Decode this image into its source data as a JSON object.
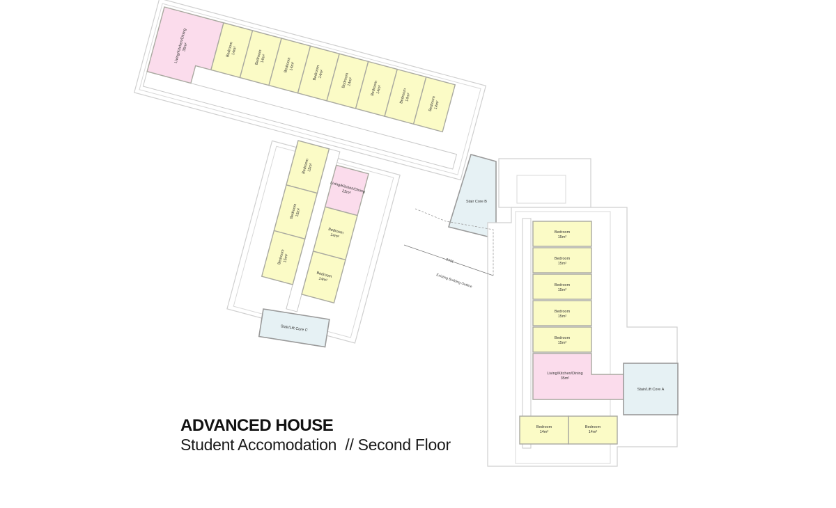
{
  "title": {
    "main": "ADVANCED HOUSE",
    "subtitle": "Student Accomodation",
    "floor": "// Second Floor"
  },
  "colors": {
    "bedroom": "#fbfbc6",
    "living": "#fbdcec",
    "core": "#e6f1f4"
  },
  "wing_nw": {
    "living": {
      "name": "Living/Kitchen/Dining",
      "area": "35m²"
    },
    "bedrooms": [
      {
        "name": "Bedroom",
        "area": "14m²"
      },
      {
        "name": "Bedroom",
        "area": "14m²"
      },
      {
        "name": "Bedroom",
        "area": "14m²"
      },
      {
        "name": "Bedroom",
        "area": "14m²"
      },
      {
        "name": "Bedroom",
        "area": "14m²"
      },
      {
        "name": "Bedroom",
        "area": "14m²"
      },
      {
        "name": "Bedroom",
        "area": "14m²"
      },
      {
        "name": "Bedroom",
        "area": "14m²"
      }
    ]
  },
  "wing_c": {
    "living": {
      "name": "Living/Kitchen/Dining",
      "area": "23m²"
    },
    "bedrooms_left": [
      {
        "name": "Bedroom",
        "area": "15m²"
      },
      {
        "name": "Bedroom",
        "area": "15m²"
      },
      {
        "name": "Bedroom",
        "area": "15m²"
      }
    ],
    "bedrooms_right": [
      {
        "name": "Bedroom",
        "area": "14m²"
      },
      {
        "name": "Bedroom",
        "area": "14m²"
      }
    ]
  },
  "wing_e": {
    "bedrooms": [
      {
        "name": "Bedroom",
        "area": "15m²"
      },
      {
        "name": "Bedroom",
        "area": "15m²"
      },
      {
        "name": "Bedroom",
        "area": "15m²"
      },
      {
        "name": "Bedroom",
        "area": "15m²"
      },
      {
        "name": "Bedroom",
        "area": "15m²"
      }
    ],
    "living": {
      "name": "Living/Kitchen/Dining",
      "area": "35m²"
    },
    "bedrooms_bottom": [
      {
        "name": "Bedroom",
        "area": "14m²"
      },
      {
        "name": "Bedroom",
        "area": "14m²"
      }
    ]
  },
  "cores": {
    "a": "Stair/Lift Core A",
    "b": "Stair Core B",
    "c": "Stair/Lift Core C"
  },
  "annotations": {
    "dimension": "9731",
    "existing_outline": "Existing Building Outline"
  }
}
